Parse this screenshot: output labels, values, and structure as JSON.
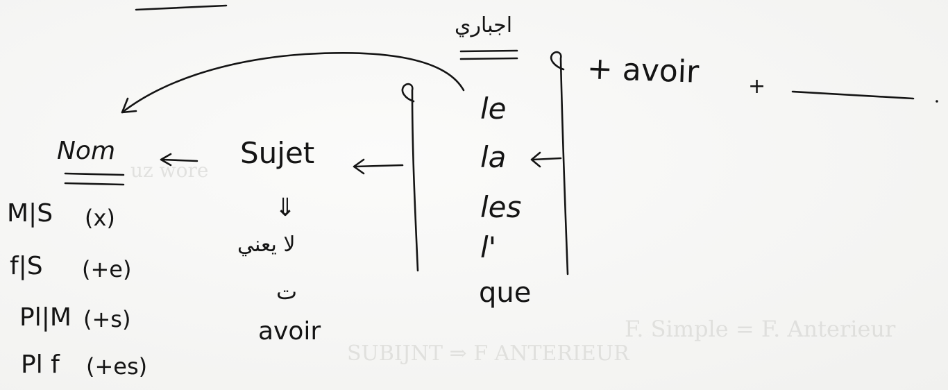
{
  "header_arabic": "اجباري",
  "top_formula": {
    "plus_avoir": "+ avoir",
    "plus_tail": "+"
  },
  "left_column": {
    "title": "Nom",
    "rows": [
      {
        "gender": "M|S",
        "rule": "(x)"
      },
      {
        "gender": "f|S",
        "rule": "(+e)"
      },
      {
        "gender": "Pl|M",
        "rule": "(+s)"
      },
      {
        "gender": "Pl f",
        "rule": "(+es)"
      }
    ]
  },
  "middle_column": {
    "title": "Sujet",
    "arrow_down": "⇓",
    "arabic_note": "لا يعني",
    "letter": "ت",
    "verb": "avoir"
  },
  "pronouns": [
    "le",
    "la",
    "les",
    "l'",
    "que"
  ],
  "faint_background": {
    "left": "uz wore",
    "bottom_middle": "SUBIJNT  ⇒  F ANTERIEUR",
    "bottom_right": "F. Simple  =  F. Anterieur"
  },
  "colors": {
    "ink": "#141414",
    "paper": "#f7f7f5",
    "faint": "#cfcfcc"
  }
}
